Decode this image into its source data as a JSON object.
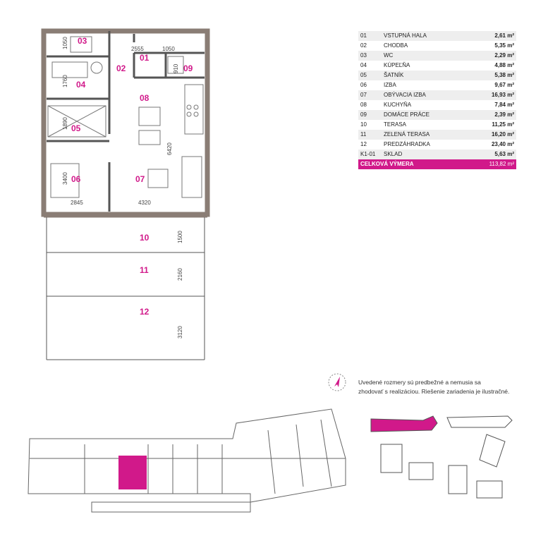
{
  "rooms": [
    {
      "no": "01",
      "name": "VSTUPNÁ HALA",
      "area": "2,61 m²"
    },
    {
      "no": "02",
      "name": "CHODBA",
      "area": "5,35 m²"
    },
    {
      "no": "03",
      "name": "WC",
      "area": "2,29 m²"
    },
    {
      "no": "04",
      "name": "KÚPEĽŇA",
      "area": "4,88 m²"
    },
    {
      "no": "05",
      "name": "ŠATNÍK",
      "area": "5,38 m²"
    },
    {
      "no": "06",
      "name": "IZBA",
      "area": "9,67 m²"
    },
    {
      "no": "07",
      "name": "OBÝVACIA IZBA",
      "area": "16,93 m²"
    },
    {
      "no": "08",
      "name": "KUCHYŇA",
      "area": "7,84 m²"
    },
    {
      "no": "09",
      "name": "DOMÁCE PRÁCE",
      "area": "2,39 m²"
    },
    {
      "no": "10",
      "name": "TERASA",
      "area": "11,25 m²"
    },
    {
      "no": "11",
      "name": "ZELENÁ TERASA",
      "area": "16,20 m²"
    },
    {
      "no": "12",
      "name": "PREDZÁHRADKA",
      "area": "23,40 m²"
    },
    {
      "no": "K1-01",
      "name": "SKLAD",
      "area": "5,63 m²"
    }
  ],
  "total": {
    "label": "CELKOVÁ VÝMERA",
    "area": "113,82 m²"
  },
  "plan_labels": {
    "r01": "01",
    "r02": "02",
    "r03": "03",
    "r04": "04",
    "r05": "05",
    "r06": "06",
    "r07": "07",
    "r08": "08",
    "r09": "09",
    "r10": "10",
    "r11": "11",
    "r12": "12"
  },
  "dimensions": {
    "d2555": "2555",
    "d1050a": "1050",
    "d1050b": "1050",
    "d910": "910",
    "d1760": "1760",
    "d1890": "1890",
    "d3400": "3400",
    "d6420": "6420",
    "d2845": "2845",
    "d4320": "4320",
    "d1500": "1500",
    "d2160": "2160",
    "d3120": "3120"
  },
  "note": {
    "line1": "Uvedené rozmery sú predbežné a nemusia sa",
    "line2": "zhodovať s realizáciou. Riešenie zariadenia je ilustračné."
  },
  "colors": {
    "accent": "#d1198a",
    "wall": "#8a7d75",
    "text": "#222222"
  },
  "icons": {
    "compass": "north-arrow-icon"
  }
}
